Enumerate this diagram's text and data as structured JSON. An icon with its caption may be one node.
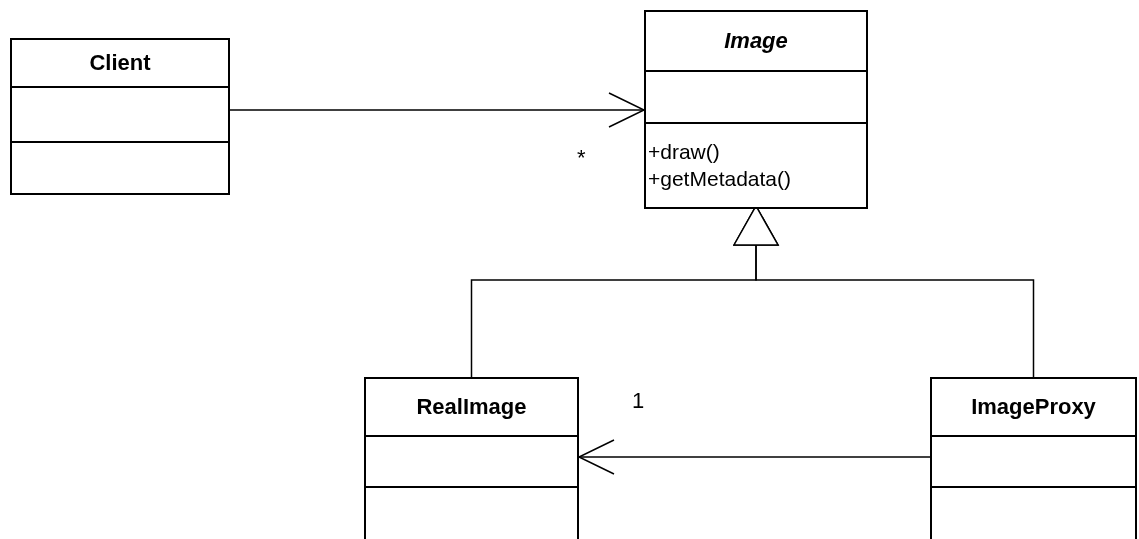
{
  "diagram": {
    "nodes": [
      {
        "text": [
          "Client"
        ]
      },
      {
        "text": [
          "Image",
          "+draw() +getMetadata()"
        ]
      },
      {
        "text": [
          "RealImage"
        ]
      },
      {
        "text": [
          "ImageProxy"
        ]
      }
    ],
    "edges": [
      {
        "from": 0,
        "to": 1,
        "arrow": "to",
        "label": "*"
      },
      {
        "from": 2,
        "to": 1,
        "arrow": "to"
      },
      {
        "from": 3,
        "to": 1,
        "arrow": "to"
      },
      {
        "from": 3,
        "to": 2,
        "arrow": "to",
        "label": "1"
      }
    ]
  }
}
